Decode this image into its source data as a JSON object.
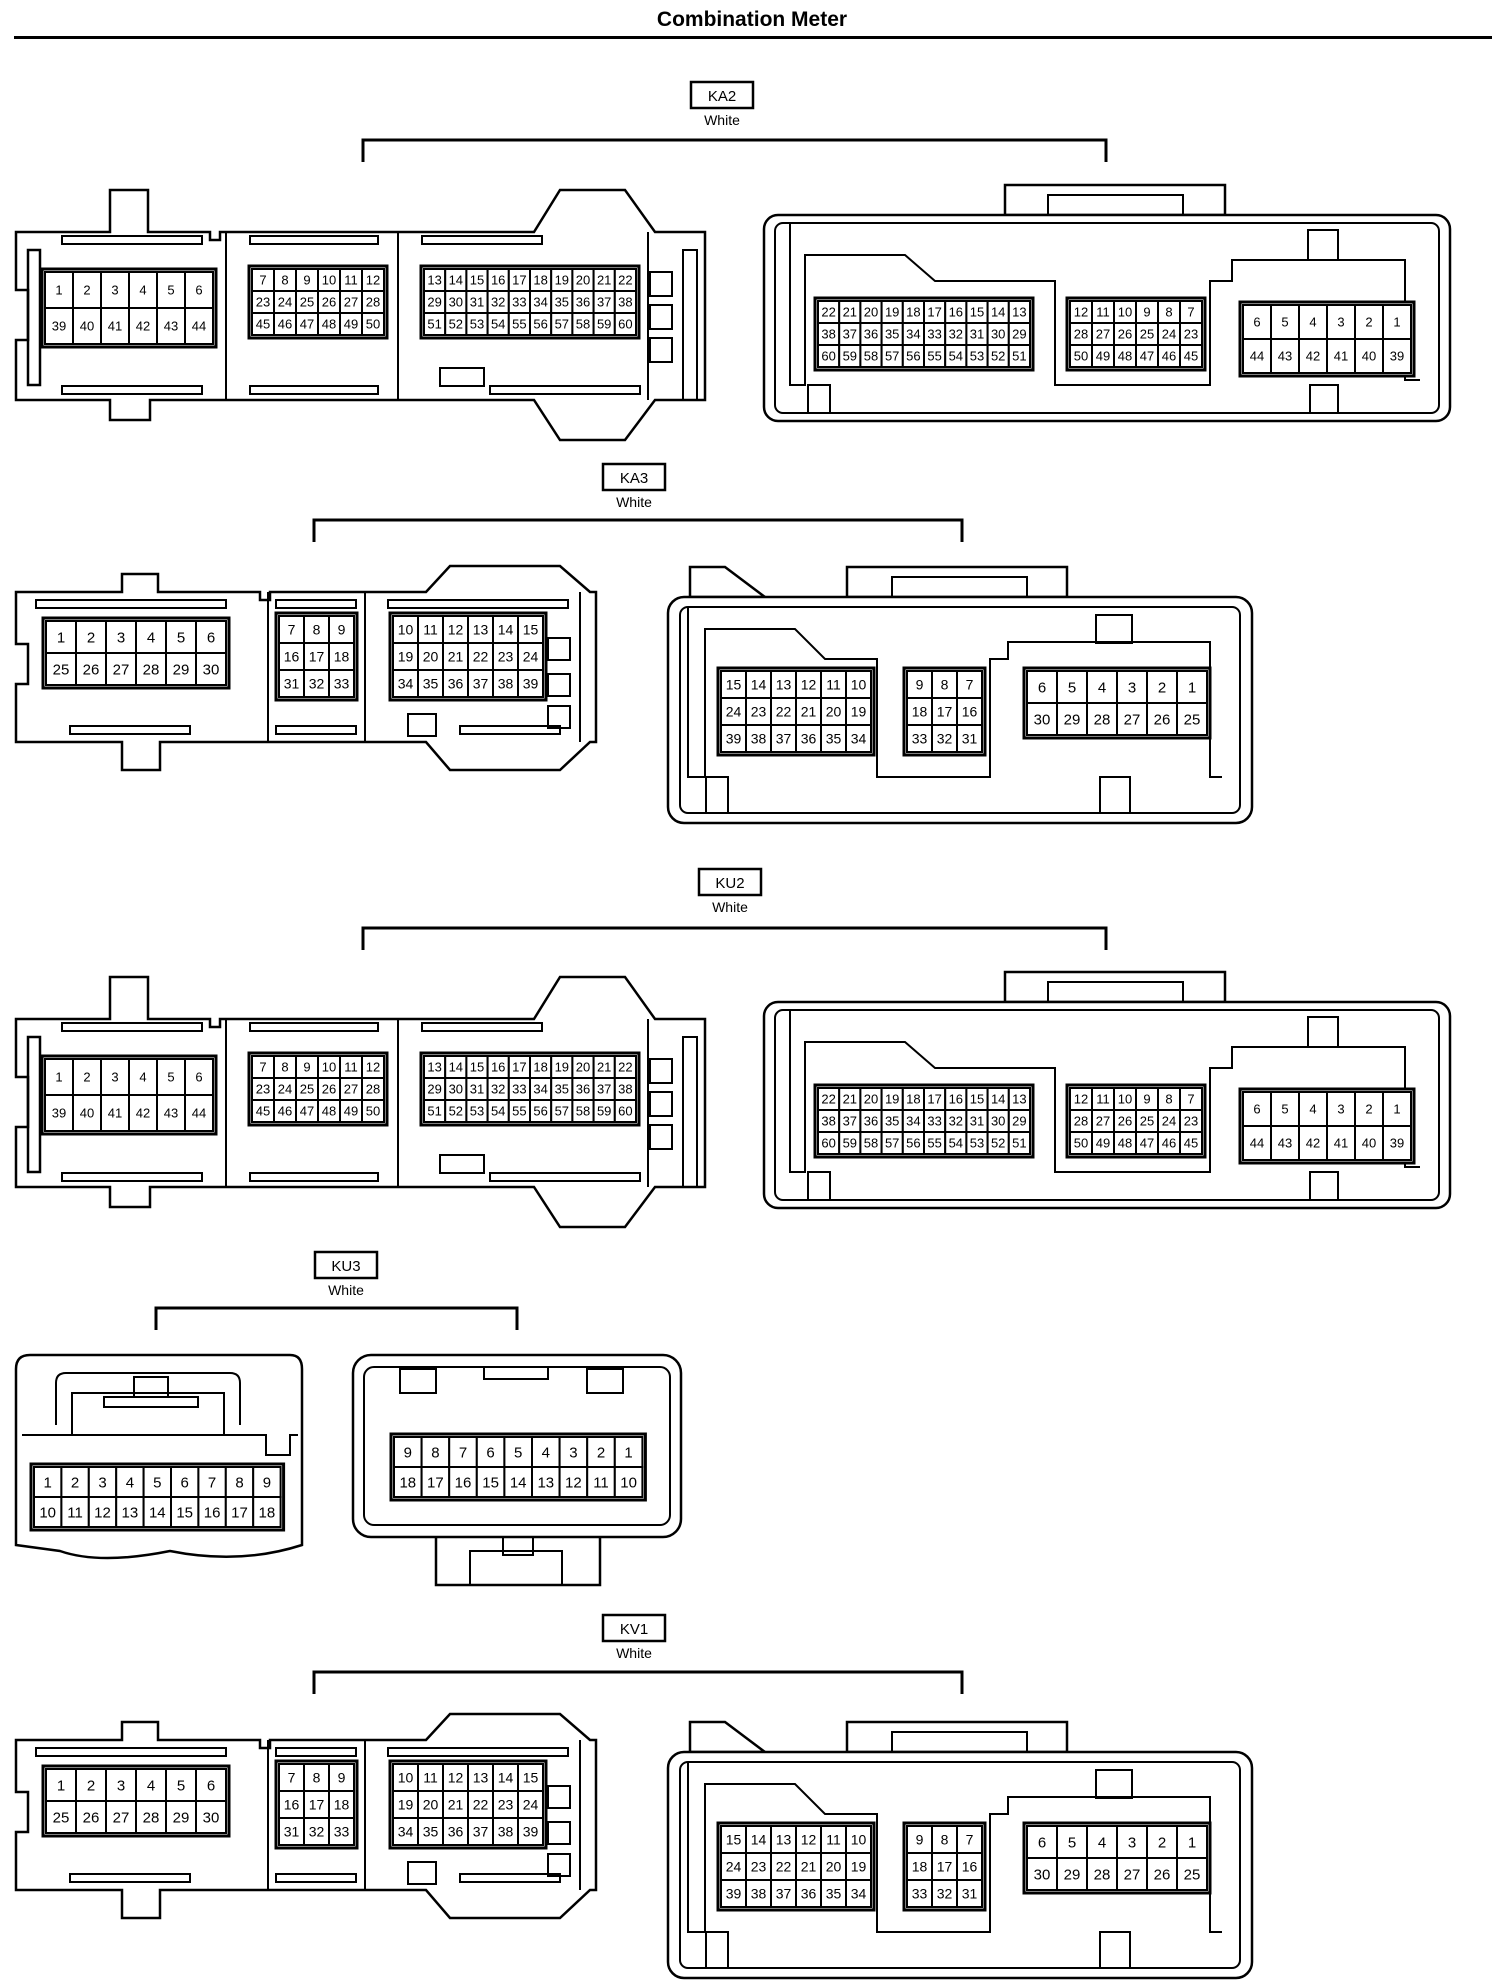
{
  "page_title": "Combination Meter",
  "connectors": [
    {
      "id": "KA2",
      "color_label": "White",
      "variant": "wide",
      "harness_side": {
        "blocks": [
          {
            "rows": [
              [
                "1",
                "2",
                "3",
                "4",
                "5",
                "6"
              ],
              [
                "39",
                "40",
                "41",
                "42",
                "43",
                "44"
              ]
            ]
          },
          {
            "rows": [
              [
                "7",
                "8",
                "9",
                "10",
                "11",
                "12"
              ],
              [
                "23",
                "24",
                "25",
                "26",
                "27",
                "28"
              ],
              [
                "45",
                "46",
                "47",
                "48",
                "49",
                "50"
              ]
            ]
          },
          {
            "rows": [
              [
                "13",
                "14",
                "15",
                "16",
                "17",
                "18",
                "19",
                "20",
                "21",
                "22"
              ],
              [
                "29",
                "30",
                "31",
                "32",
                "33",
                "34",
                "35",
                "36",
                "37",
                "38"
              ],
              [
                "51",
                "52",
                "53",
                "54",
                "55",
                "56",
                "57",
                "58",
                "59",
                "60"
              ]
            ]
          }
        ]
      },
      "component_side": {
        "blocks": [
          {
            "rows": [
              [
                "22",
                "21",
                "20",
                "19",
                "18",
                "17",
                "16",
                "15",
                "14",
                "13"
              ],
              [
                "38",
                "37",
                "36",
                "35",
                "34",
                "33",
                "32",
                "31",
                "30",
                "29"
              ],
              [
                "60",
                "59",
                "58",
                "57",
                "56",
                "55",
                "54",
                "53",
                "52",
                "51"
              ]
            ]
          },
          {
            "rows": [
              [
                "12",
                "11",
                "10",
                "9",
                "8",
                "7"
              ],
              [
                "28",
                "27",
                "26",
                "25",
                "24",
                "23"
              ],
              [
                "50",
                "49",
                "48",
                "47",
                "46",
                "45"
              ]
            ]
          },
          {
            "rows": [
              [
                "6",
                "5",
                "4",
                "3",
                "2",
                "1"
              ],
              [
                "44",
                "43",
                "42",
                "41",
                "40",
                "39"
              ]
            ]
          }
        ]
      }
    },
    {
      "id": "KA3",
      "color_label": "White",
      "variant": "narrow",
      "harness_side": {
        "blocks": [
          {
            "rows": [
              [
                "1",
                "2",
                "3",
                "4",
                "5",
                "6"
              ],
              [
                "25",
                "26",
                "27",
                "28",
                "29",
                "30"
              ]
            ]
          },
          {
            "rows": [
              [
                "7",
                "8",
                "9"
              ],
              [
                "16",
                "17",
                "18"
              ],
              [
                "31",
                "32",
                "33"
              ]
            ]
          },
          {
            "rows": [
              [
                "10",
                "11",
                "12",
                "13",
                "14",
                "15"
              ],
              [
                "19",
                "20",
                "21",
                "22",
                "23",
                "24"
              ],
              [
                "34",
                "35",
                "36",
                "37",
                "38",
                "39"
              ]
            ]
          }
        ]
      },
      "component_side": {
        "blocks": [
          {
            "rows": [
              [
                "15",
                "14",
                "13",
                "12",
                "11",
                "10"
              ],
              [
                "24",
                "23",
                "22",
                "21",
                "20",
                "19"
              ],
              [
                "39",
                "38",
                "37",
                "36",
                "35",
                "34"
              ]
            ]
          },
          {
            "rows": [
              [
                "9",
                "8",
                "7"
              ],
              [
                "18",
                "17",
                "16"
              ],
              [
                "33",
                "32",
                "31"
              ]
            ]
          },
          {
            "rows": [
              [
                "6",
                "5",
                "4",
                "3",
                "2",
                "1"
              ],
              [
                "30",
                "29",
                "28",
                "27",
                "26",
                "25"
              ]
            ]
          }
        ]
      }
    },
    {
      "id": "KU2",
      "color_label": "White",
      "variant": "wide",
      "harness_side": {
        "blocks": [
          {
            "rows": [
              [
                "1",
                "2",
                "3",
                "4",
                "5",
                "6"
              ],
              [
                "39",
                "40",
                "41",
                "42",
                "43",
                "44"
              ]
            ]
          },
          {
            "rows": [
              [
                "7",
                "8",
                "9",
                "10",
                "11",
                "12"
              ],
              [
                "23",
                "24",
                "25",
                "26",
                "27",
                "28"
              ],
              [
                "45",
                "46",
                "47",
                "48",
                "49",
                "50"
              ]
            ]
          },
          {
            "rows": [
              [
                "13",
                "14",
                "15",
                "16",
                "17",
                "18",
                "19",
                "20",
                "21",
                "22"
              ],
              [
                "29",
                "30",
                "31",
                "32",
                "33",
                "34",
                "35",
                "36",
                "37",
                "38"
              ],
              [
                "51",
                "52",
                "53",
                "54",
                "55",
                "56",
                "57",
                "58",
                "59",
                "60"
              ]
            ]
          }
        ]
      },
      "component_side": {
        "blocks": [
          {
            "rows": [
              [
                "22",
                "21",
                "20",
                "19",
                "18",
                "17",
                "16",
                "15",
                "14",
                "13"
              ],
              [
                "38",
                "37",
                "36",
                "35",
                "34",
                "33",
                "32",
                "31",
                "30",
                "29"
              ],
              [
                "60",
                "59",
                "58",
                "57",
                "56",
                "55",
                "54",
                "53",
                "52",
                "51"
              ]
            ]
          },
          {
            "rows": [
              [
                "12",
                "11",
                "10",
                "9",
                "8",
                "7"
              ],
              [
                "28",
                "27",
                "26",
                "25",
                "24",
                "23"
              ],
              [
                "50",
                "49",
                "48",
                "47",
                "46",
                "45"
              ]
            ]
          },
          {
            "rows": [
              [
                "6",
                "5",
                "4",
                "3",
                "2",
                "1"
              ],
              [
                "44",
                "43",
                "42",
                "41",
                "40",
                "39"
              ]
            ]
          }
        ]
      }
    },
    {
      "id": "KU3",
      "color_label": "White",
      "variant": "small",
      "harness_side": {
        "blocks": [
          {
            "rows": [
              [
                "1",
                "2",
                "3",
                "4",
                "5",
                "6",
                "7",
                "8",
                "9"
              ],
              [
                "10",
                "11",
                "12",
                "13",
                "14",
                "15",
                "16",
                "17",
                "18"
              ]
            ]
          }
        ]
      },
      "component_side": {
        "blocks": [
          {
            "rows": [
              [
                "9",
                "8",
                "7",
                "6",
                "5",
                "4",
                "3",
                "2",
                "1"
              ],
              [
                "18",
                "17",
                "16",
                "15",
                "14",
                "13",
                "12",
                "11",
                "10"
              ]
            ]
          }
        ]
      }
    },
    {
      "id": "KV1",
      "color_label": "White",
      "variant": "narrow",
      "harness_side": {
        "blocks": [
          {
            "rows": [
              [
                "1",
                "2",
                "3",
                "4",
                "5",
                "6"
              ],
              [
                "25",
                "26",
                "27",
                "28",
                "29",
                "30"
              ]
            ]
          },
          {
            "rows": [
              [
                "7",
                "8",
                "9"
              ],
              [
                "16",
                "17",
                "18"
              ],
              [
                "31",
                "32",
                "33"
              ]
            ]
          },
          {
            "rows": [
              [
                "10",
                "11",
                "12",
                "13",
                "14",
                "15"
              ],
              [
                "19",
                "20",
                "21",
                "22",
                "23",
                "24"
              ],
              [
                "34",
                "35",
                "36",
                "37",
                "38",
                "39"
              ]
            ]
          }
        ]
      },
      "component_side": {
        "blocks": [
          {
            "rows": [
              [
                "15",
                "14",
                "13",
                "12",
                "11",
                "10"
              ],
              [
                "24",
                "23",
                "22",
                "21",
                "20",
                "19"
              ],
              [
                "39",
                "38",
                "37",
                "36",
                "35",
                "34"
              ]
            ]
          },
          {
            "rows": [
              [
                "9",
                "8",
                "7"
              ],
              [
                "18",
                "17",
                "16"
              ],
              [
                "33",
                "32",
                "31"
              ]
            ]
          },
          {
            "rows": [
              [
                "6",
                "5",
                "4",
                "3",
                "2",
                "1"
              ],
              [
                "30",
                "29",
                "28",
                "27",
                "26",
                "25"
              ]
            ]
          }
        ]
      }
    }
  ]
}
